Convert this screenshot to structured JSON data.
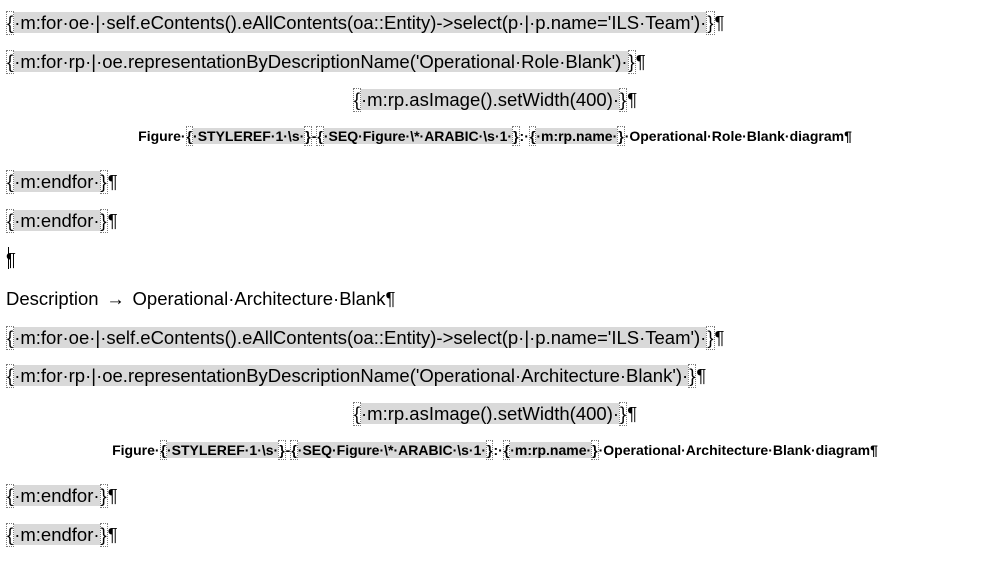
{
  "doc": {
    "lines": [
      {
        "kind": "field",
        "text": "·m:for·oe·|·self.eContents().eAllContents(oa::Entity)->select(p·|·p.name='ILS·Team')·"
      },
      {
        "kind": "field",
        "text": "·m:for·rp·|·oe.representationByDescriptionName('Operational·Role·Blank')·"
      },
      {
        "kind": "field",
        "text": "·m:rp.asImage().setWidth(400)·"
      },
      {
        "kind": "caption",
        "prefix": "Figure·",
        "f1": "·STYLEREF·1·\\s·",
        "f2": "·SEQ·Figure·\\*·ARABIC·\\s·1·",
        "sep": ":·",
        "f3": "·m:rp.name·",
        "suffix": "·Operational·Role·Blank·diagram"
      },
      {
        "kind": "field",
        "text": "·m:endfor·"
      },
      {
        "kind": "field",
        "text": "·m:endfor·"
      },
      {
        "kind": "description",
        "label": "Description",
        "arrow": "→",
        "value": "Operational·Architecture·Blank"
      },
      {
        "kind": "field",
        "text": "·m:for·oe·|·self.eContents().eAllContents(oa::Entity)->select(p·|·p.name='ILS·Team')·"
      },
      {
        "kind": "field",
        "text": "·m:for·rp·|·oe.representationByDescriptionName('Operational·Architecture·Blank')·"
      },
      {
        "kind": "field",
        "text": "·m:rp.asImage().setWidth(400)·"
      },
      {
        "kind": "caption",
        "prefix": "Figure·",
        "f1": "·STYLEREF·1·\\s·",
        "f2": "·SEQ·Figure·\\*·ARABIC·\\s·1·",
        "sep": ":·",
        "f3": "·m:rp.name·",
        "suffix": "·Operational·Architecture·Blank·diagram"
      },
      {
        "kind": "field",
        "text": "·m:endfor·"
      },
      {
        "kind": "field",
        "text": "·m:endfor·"
      }
    ],
    "open_brace": "{",
    "close_brace": "}",
    "pilcrow": "¶"
  }
}
